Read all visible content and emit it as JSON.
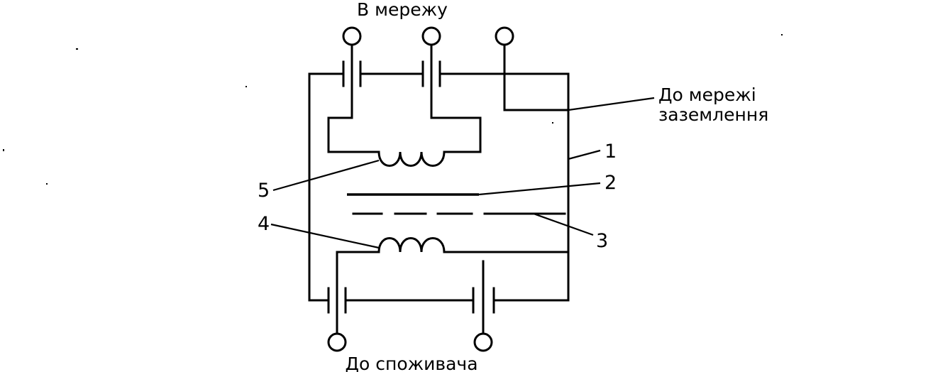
{
  "labels": {
    "to_network": "В мережу",
    "to_ground_line1": "До мережі",
    "to_ground_line2": "заземлення",
    "to_consumer": "До споживача"
  },
  "callouts": {
    "n1": "1",
    "n2": "2",
    "n3": "3",
    "n4": "4",
    "n5": "5"
  },
  "colors": {
    "line": "#000000",
    "background": "#ffffff"
  }
}
